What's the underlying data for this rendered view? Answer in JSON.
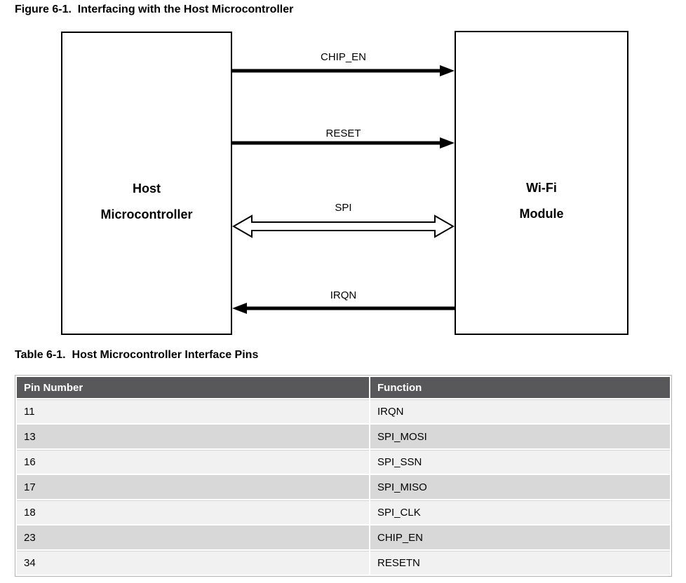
{
  "figure": {
    "title": "Figure 6-1.  Interfacing with the Host Microcontroller"
  },
  "diagram": {
    "host_box": {
      "line1": "Host",
      "line2": "Microcontroller"
    },
    "wifi_box": {
      "line1": "Wi-Fi",
      "line2": "Module"
    },
    "signals": [
      {
        "label": "CHIP_EN",
        "direction": "right",
        "style": "solid"
      },
      {
        "label": "RESET",
        "direction": "right",
        "style": "solid"
      },
      {
        "label": "SPI",
        "direction": "both",
        "style": "hollow"
      },
      {
        "label": "IRQN",
        "direction": "left",
        "style": "solid"
      }
    ]
  },
  "table": {
    "title": "Table 6-1.  Host Microcontroller Interface Pins",
    "columns": [
      "Pin Number",
      "Function"
    ],
    "rows": [
      [
        "11",
        "IRQN"
      ],
      [
        "13",
        "SPI_MOSI"
      ],
      [
        "16",
        "SPI_SSN"
      ],
      [
        "17",
        "SPI_MISO"
      ],
      [
        "18",
        "SPI_CLK"
      ],
      [
        "23",
        "CHIP_EN"
      ],
      [
        "34",
        "RESETN"
      ]
    ]
  },
  "colors": {
    "header_bg": "#58585a",
    "header_text": "#ffffff",
    "row_light": "#f1f1f2",
    "row_dark": "#d8d8d8",
    "diagram_line": "#000000"
  }
}
